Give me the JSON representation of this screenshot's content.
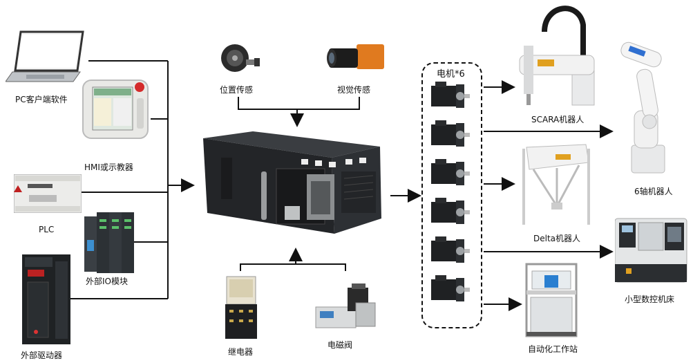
{
  "inputs_left": {
    "pc": "PC客户端软件",
    "hmi": "HMI或示教器",
    "plc": "PLC",
    "io": "外部IO模块",
    "driver": "外部驱动器"
  },
  "inputs_top": {
    "position": "位置传感",
    "vision": "视觉传感"
  },
  "inputs_bottom": {
    "relay": "继电器",
    "valve": "电磁阀"
  },
  "motors": {
    "title": "电机*6",
    "count": 6
  },
  "outputs": {
    "scara": "SCARA机器人",
    "six_axis": "6轴机器人",
    "delta": "Delta机器人",
    "cnc": "小型数控机床",
    "station": "自动化工作站"
  },
  "colors": {
    "line": "#111111",
    "accent": "#e07a1f",
    "panel": "#2a2d31"
  },
  "icons": {
    "laptop": "laptop-icon",
    "pendant": "teach-pendant-icon",
    "plc": "plc-icon",
    "io": "io-module-icon",
    "driver": "servo-driver-icon",
    "encoder": "encoder-icon",
    "camera": "camera-icon",
    "controller": "controller-box-icon",
    "motor": "servo-motor-icon",
    "relay": "relay-icon",
    "valve": "solenoid-valve-icon",
    "scara": "scara-robot-icon",
    "arm": "six-axis-robot-icon",
    "delta": "delta-robot-icon",
    "cnc": "cnc-machine-icon",
    "station": "workstation-icon"
  }
}
